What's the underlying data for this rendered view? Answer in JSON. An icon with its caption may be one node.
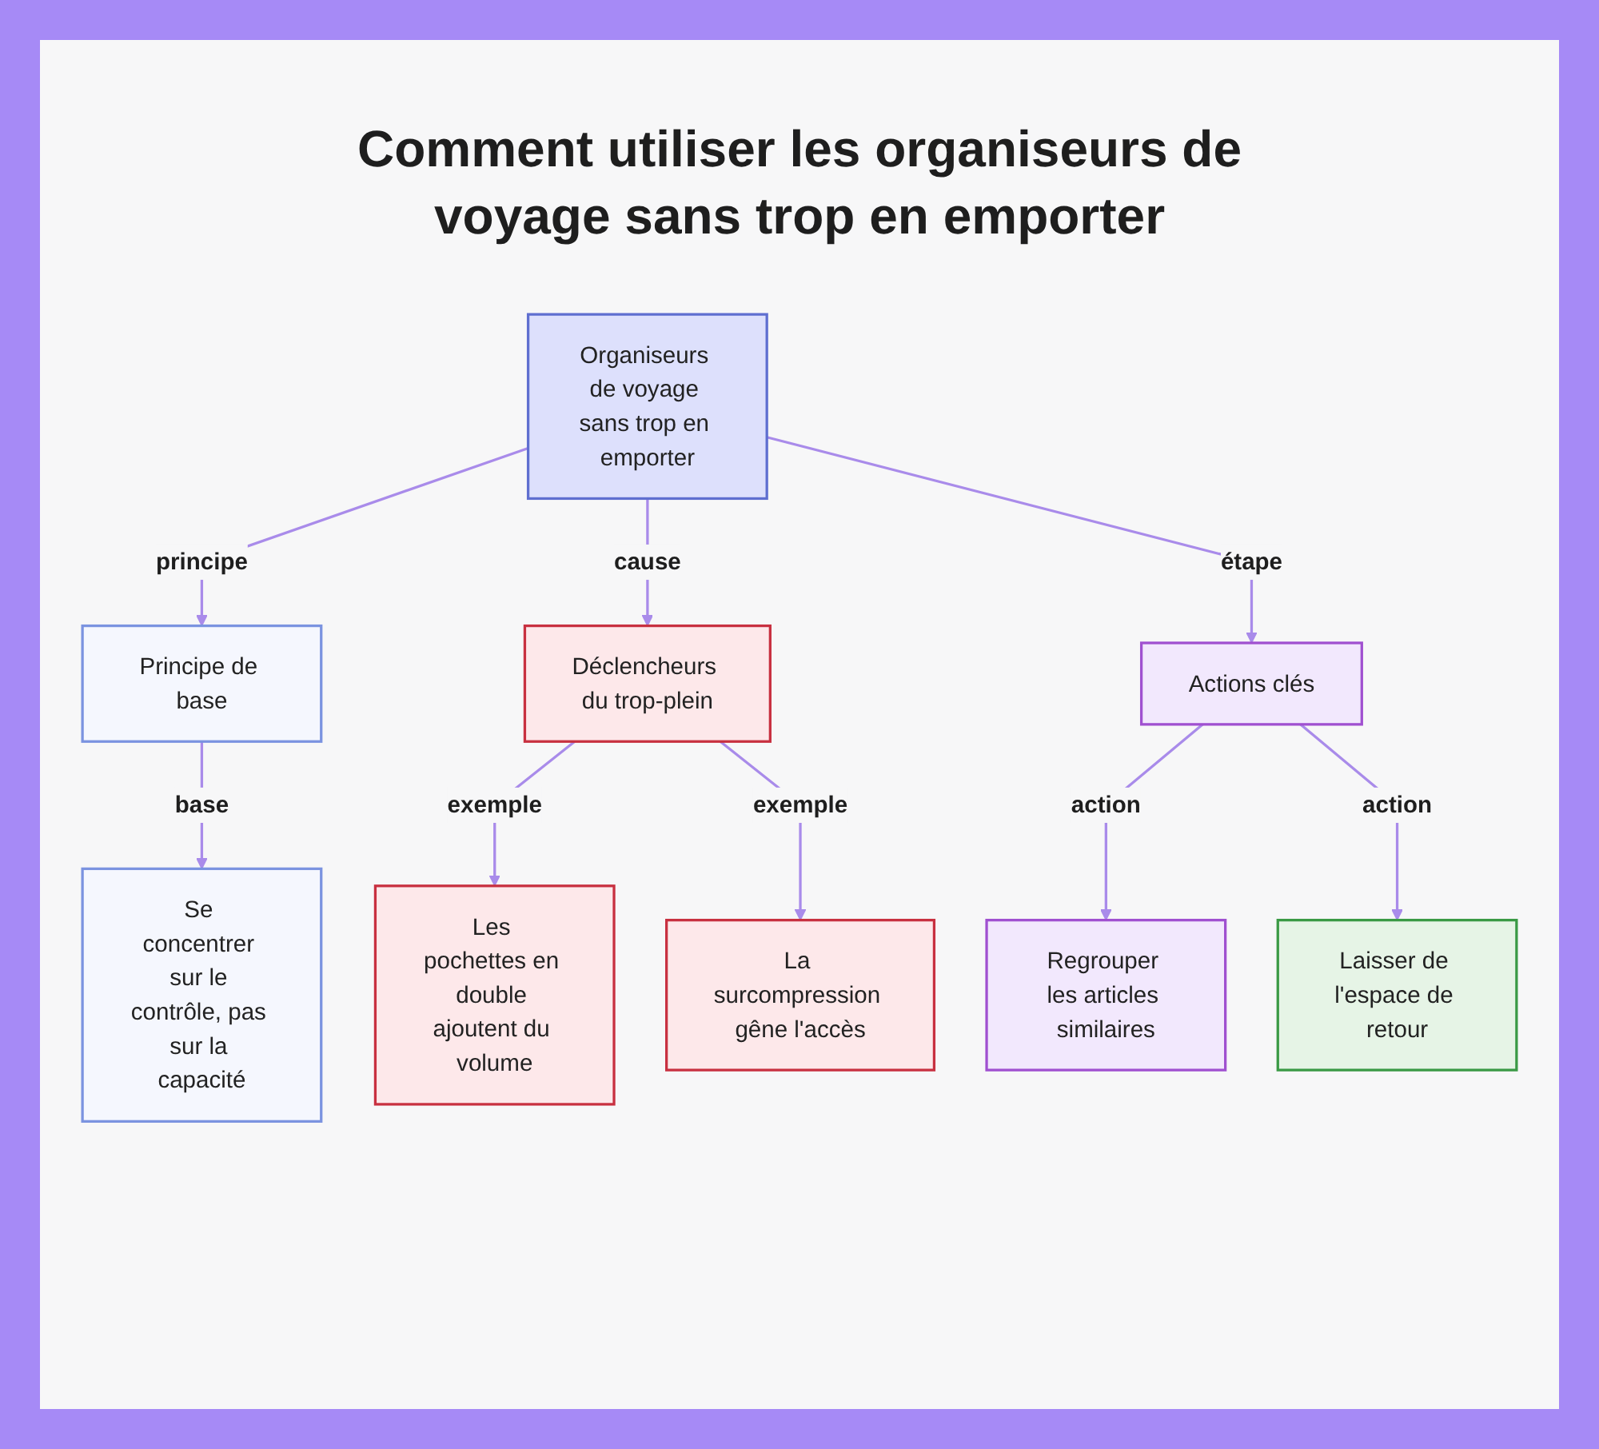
{
  "diagram": {
    "title": "Comment utiliser les organiseurs de voyage sans trop en emporter",
    "nodes": [
      {
        "text": [
          "Organiseurs de voyage sans trop en emporter"
        ]
      },
      {
        "text": [
          "Principe de base"
        ]
      },
      {
        "text": [
          "Se concentrer sur le contrôle, pas sur la capacité"
        ]
      },
      {
        "text": [
          "Déclencheurs du trop-plein"
        ]
      },
      {
        "text": [
          "Les pochettes en double ajoutent du volume"
        ]
      },
      {
        "text": [
          "La surcompression gêne l'accès"
        ]
      },
      {
        "text": [
          "Actions clés"
        ]
      },
      {
        "text": [
          "Regrouper les articles similaires"
        ]
      },
      {
        "text": [
          "Laisser de l'espace de retour"
        ]
      }
    ],
    "edges": [
      {
        "from": 0,
        "to": 1,
        "arrow": "to",
        "label": "principe"
      },
      {
        "from": 0,
        "to": 3,
        "arrow": "to",
        "label": "cause"
      },
      {
        "from": 0,
        "to": 6,
        "arrow": "to",
        "label": "étape"
      },
      {
        "from": 1,
        "to": 2,
        "arrow": "to",
        "label": "base"
      },
      {
        "from": 3,
        "to": 4,
        "arrow": "to",
        "label": "exemple"
      },
      {
        "from": 3,
        "to": 5,
        "arrow": "to",
        "label": "exemple"
      },
      {
        "from": 6,
        "to": 7,
        "arrow": "to",
        "label": "action"
      },
      {
        "from": 6,
        "to": 8,
        "arrow": "to",
        "label": "action"
      }
    ]
  }
}
